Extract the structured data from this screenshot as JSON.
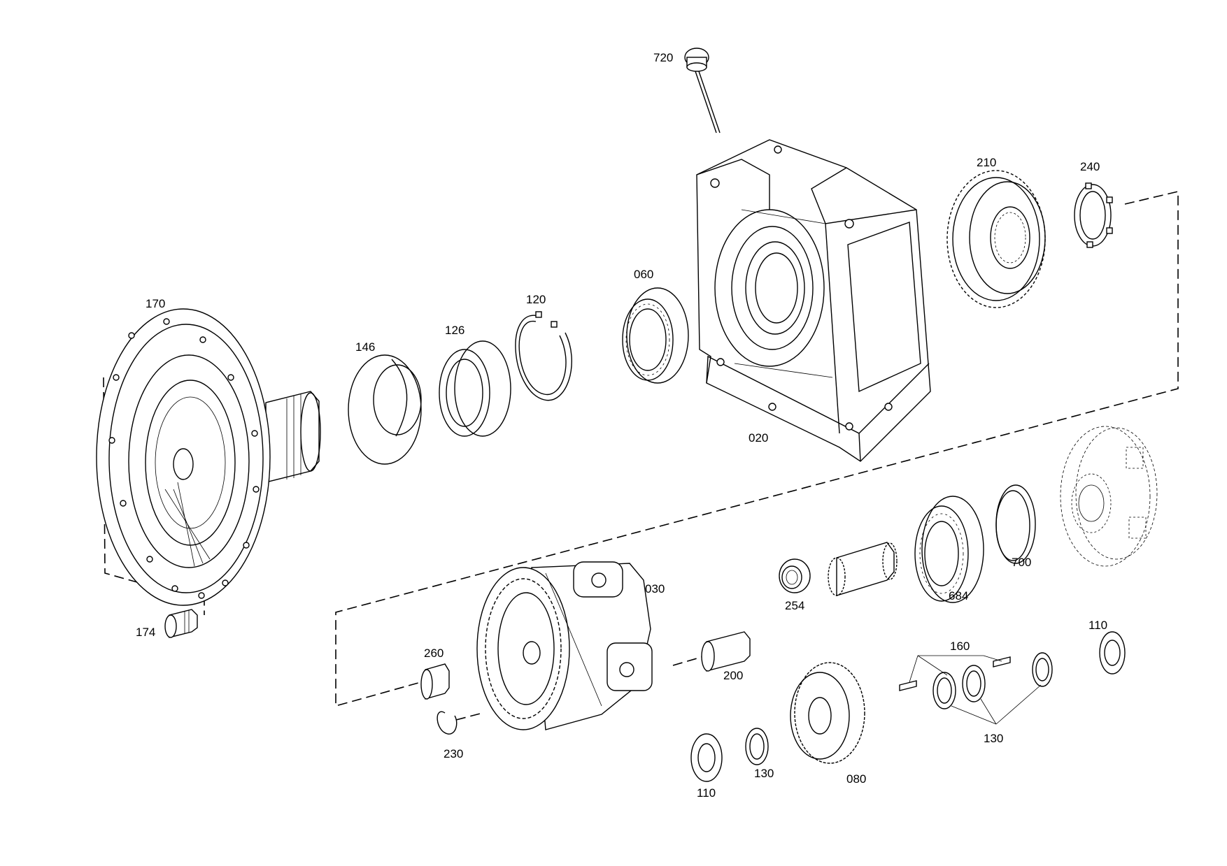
{
  "diagram": {
    "labels": {
      "p720": "720",
      "p210": "210",
      "p240": "240",
      "p170": "170",
      "p060": "060",
      "p120": "120",
      "p146": "146",
      "p126": "126",
      "p020": "020",
      "p030": "030",
      "p254": "254",
      "p684": "684",
      "p700": "700",
      "p174": "174",
      "p110a": "110",
      "p160": "160",
      "p260": "260",
      "p200": "200",
      "p230": "230",
      "p130a": "130",
      "p110b": "110",
      "p130b": "130",
      "p080": "080"
    }
  }
}
